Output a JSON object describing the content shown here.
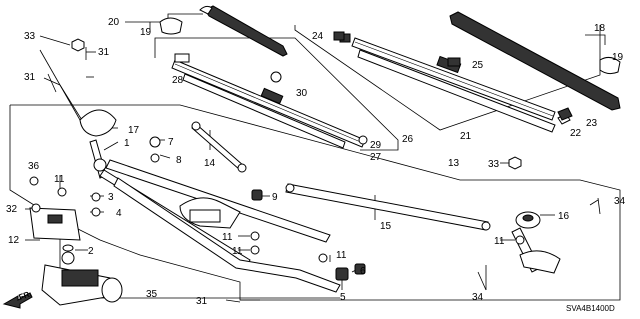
{
  "callouts": {
    "c1": "1",
    "c2": "2",
    "c3": "3",
    "c4": "4",
    "c5": "5",
    "c6": "6",
    "c7": "7",
    "c8": "8",
    "c9": "9",
    "c11": "11",
    "c12": "12",
    "c13": "13",
    "c14": "14",
    "c15": "15",
    "c16": "16",
    "c17": "17",
    "c18": "18",
    "c19": "19",
    "c20": "20",
    "c21": "21",
    "c22": "22",
    "c23": "23",
    "c24": "24",
    "c25": "25",
    "c26": "26",
    "c27": "27",
    "c28": "28",
    "c29": "29",
    "c30": "30",
    "c31": "31",
    "c32": "32",
    "c33": "33",
    "c34": "34",
    "c35": "35",
    "c36": "36"
  },
  "direction_label": "FR.",
  "diagram_code": "SVA4B1400D"
}
